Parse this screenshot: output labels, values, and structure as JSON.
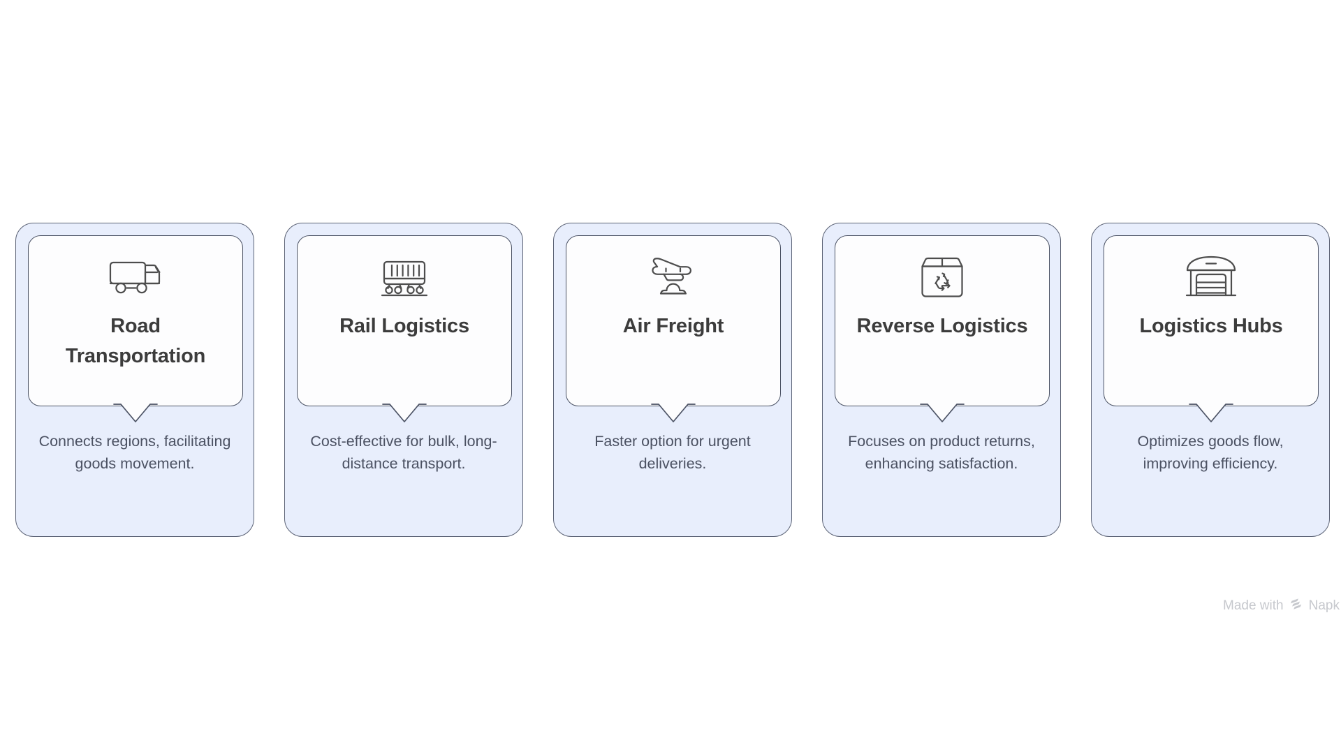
{
  "diagram": {
    "type": "card-row",
    "card_count": 5,
    "colors": {
      "card_fill": "#e8eefc",
      "card_border": "#5b6275",
      "bubble_fill": "#fdfdfe",
      "bubble_border": "#4b5264",
      "title_text": "#3c3c3c",
      "description_text": "#4b5162",
      "background": "#ffffff",
      "watermark_text": "#c6c8cd"
    },
    "cards": [
      {
        "icon": "delivery-truck-icon",
        "title": "Road Transportation",
        "description": "Connects regions, facilitating goods movement."
      },
      {
        "icon": "rail-wagon-icon",
        "title": "Rail Logistics",
        "description": "Cost-effective for bulk, long-distance transport."
      },
      {
        "icon": "airplane-cloud-icon",
        "title": "Air Freight",
        "description": "Faster option for urgent deliveries."
      },
      {
        "icon": "recycling-box-icon",
        "title": "Reverse Logistics",
        "description": "Focuses on product returns, enhancing satisfaction."
      },
      {
        "icon": "warehouse-icon",
        "title": "Logistics Hubs",
        "description": "Optimizes goods flow, improving efficiency."
      }
    ]
  },
  "watermark": {
    "prefix": "Made with",
    "brand": "Napk",
    "logo_icon": "napkin-logo-icon"
  }
}
